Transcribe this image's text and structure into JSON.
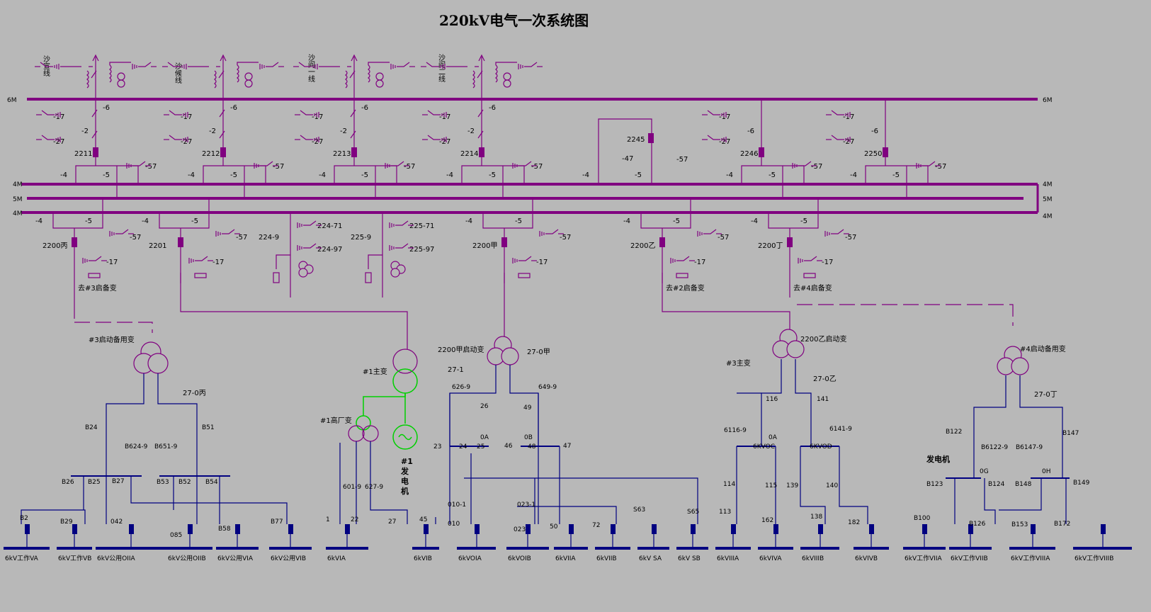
{
  "title": "220kV电气一次系统图",
  "lines": [
    {
      "name": "沙宣线"
    },
    {
      "name": "沙候线"
    },
    {
      "name": "沙阎一线"
    },
    {
      "name": "沙阎二线"
    }
  ],
  "buses": {
    "6M_left": "6M",
    "6M_right": "6M",
    "4M_top_left": "4M",
    "5M_left": "5M",
    "4M_bot_left": "4M",
    "4M_top_right": "4M",
    "5M_right": "5M",
    "4M_bot_right": "4M"
  },
  "bays_top": [
    {
      "breaker": "2211",
      "d17": "-17",
      "d6": "-6",
      "d2": "-2",
      "d27": "-27",
      "d4": "-4",
      "d5": "-5",
      "d57": "-57"
    },
    {
      "breaker": "2212",
      "d17": "-17",
      "d6": "-6",
      "d2": "-2",
      "d27": "-27",
      "d4": "-4",
      "d5": "-5",
      "d57": "-57"
    },
    {
      "breaker": "2213",
      "d17": "-17",
      "d6": "-6",
      "d2": "-2",
      "d27": "-27",
      "d4": "-4",
      "d5": "-5",
      "d57": "-57"
    },
    {
      "breaker": "2214",
      "d17": "-17",
      "d6": "-6",
      "d2": "-2",
      "d27": "-27",
      "d4": "-4",
      "d5": "-5",
      "d57": "-57"
    },
    {
      "breaker": "2245",
      "d47": "-47",
      "d57": "-57",
      "d4": "-4",
      "d5": "-5"
    },
    {
      "breaker": "2246",
      "d17": "-17",
      "d6": "-6",
      "d27": "-27",
      "d4": "-4",
      "d5": "-5",
      "d57": "-57"
    },
    {
      "breaker": "2250",
      "d6": "-6",
      "d17": "-17",
      "d27": "-27",
      "d4": "-4",
      "d5": "-5",
      "d57": "-57"
    }
  ],
  "bays_bottom": [
    {
      "breaker": "2200丙",
      "d4": "-4",
      "d5": "-5",
      "d57": "-57",
      "d17": "-17",
      "dest": "去#3启备变"
    },
    {
      "breaker": "2201",
      "d4": "-4",
      "d5": "-5",
      "d57": "-57",
      "d17": "-17"
    },
    {
      "a": "224-9",
      "b": "224-71",
      "c": "224-97"
    },
    {
      "a": "225-9",
      "b": "225-71",
      "c": "225-97"
    },
    {
      "breaker": "2200甲",
      "d4": "-4",
      "d5": "-5",
      "d57": "-57",
      "d17": "-17"
    },
    {
      "breaker": "2200乙",
      "d4": "-4",
      "d5": "-5",
      "d57": "-57",
      "d17": "-17",
      "dest": "去#2启备变"
    },
    {
      "breaker": "2200丁",
      "d4": "-4",
      "d5": "-5",
      "d57": "-57",
      "d17": "-17",
      "dest": "去#4启备变"
    }
  ],
  "transformers": {
    "t3": "#3启动备用变",
    "t3_gnd": "27-0丙",
    "main1": "#1主变",
    "main1_gnd": "27-1",
    "hf1": "#1高厂变",
    "gen1": "#1\n发\n电\n机",
    "t2200": "2200甲启动变",
    "t2200_gnd": "27-0甲",
    "t2200b": "2200乙启动变",
    "t2200b_gnd": "27-0乙",
    "main3": "#3主变",
    "t4": "#4启动备用变",
    "t4_gnd": "27-0丁",
    "gen_label": "发电机"
  },
  "labels6kv": {
    "B24": "B24",
    "B51": "B51",
    "B624": "B624-9",
    "B651": "B651-9",
    "B26": "B26",
    "B25": "B25",
    "B27": "B27",
    "B53": "B53",
    "B52": "B52",
    "B54": "B54",
    "B2": "B2",
    "B29": "B29",
    "042": "042",
    "085": "085",
    "B58": "B58",
    "B77": "B77",
    "626": "626-9",
    "649": "649-9",
    "n26": "26",
    "n49": "49",
    "0A": "0A",
    "0B": "0B",
    "n23": "23",
    "n24": "24",
    "n25": "25",
    "n46": "46",
    "n48": "48",
    "n47": "47",
    "010-1": "010-1",
    "023-1": "023-1",
    "010": "010",
    "023": "023",
    "n1": "1",
    "n22": "22",
    "n27": "27",
    "n45": "45",
    "n50": "50",
    "n72": "72",
    "S63": "S63",
    "S65": "S65",
    "601": "601-9",
    "627": "627-9",
    "n116": "116",
    "n141": "141",
    "6116": "6116-9",
    "6141": "6141-9",
    "0A2": "0A",
    "6KVOC": "6KVOC",
    "6KVOD": "6KVOD",
    "n114": "114",
    "n115": "115",
    "n139": "139",
    "n140": "140",
    "n113": "113",
    "n162": "162",
    "n138": "138",
    "n182": "182",
    "B122": "B122",
    "B147": "B147",
    "B6122": "B6122-9",
    "B6147": "B6147-9",
    "0G": "0G",
    "0H": "0H",
    "B123": "B123",
    "B124": "B124",
    "B148": "B148",
    "B149": "B149",
    "B100": "B100",
    "B126": "B126",
    "B153": "B153",
    "B172": "B172"
  },
  "buses6kv": [
    "6kV工作VA",
    "6kV工作VB",
    "6kV公用OIIA",
    "6kV公用OIIB",
    "6kV公用VIA",
    "6kV公用VIB",
    "6kVIA",
    "6kVIB",
    "6kVOIA",
    "6kVOIB",
    "6kVIIA",
    "6kVIIB",
    "6kV SA",
    "6kV SB",
    "6kVIIIA",
    "6kVIVA",
    "6kVIIIB",
    "6kVIVB",
    "6kV工作VIIA",
    "6kV工作VIIB",
    "6kV工作VIIIA",
    "6kV工作VIIIB"
  ]
}
